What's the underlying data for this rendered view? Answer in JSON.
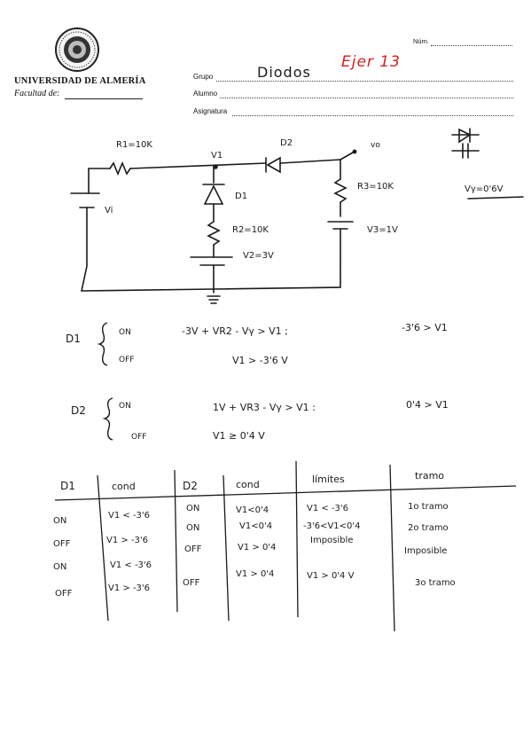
{
  "header": {
    "university": "UNIVERSIDAD DE ALMERÍA",
    "faculty_label": "Facultad de:",
    "seal_text": "IN LUMINE SAPIENTIA · UNIVERSITAS ALMERIENSIS",
    "num_label": "Núm.",
    "group_label": "Grupo",
    "student_label": "Alumno",
    "subject_label": "Asignatura",
    "group_value": "Diodos",
    "exercise": "Ejer 13"
  },
  "circuit": {
    "r1": "R1=10K",
    "v1_node": "V1",
    "d2": "D2",
    "vo": "vo",
    "d1": "D1",
    "vi": "Vi",
    "r2": "R2=10K",
    "v2": "V2=3V",
    "r3": "R3=10K",
    "v3": "V3=1V",
    "vgamma": "Vγ=0'6V"
  },
  "analysis": {
    "d1_label": "D1",
    "d1_on": "ON",
    "d1_on_expr": "-3V + VR2 - Vγ > V1 ;",
    "d1_on_result": "-3'6 > V1",
    "d1_off": "OFF",
    "d1_off_expr": "V1 > -3'6 V",
    "d2_label": "D2",
    "d2_on": "ON",
    "d2_on_expr": "1V + VR3 - Vγ > V1 :",
    "d2_on_result": "0'4 > V1",
    "d2_off": "OFF",
    "d2_off_expr": "V1 ≥ 0'4 V"
  },
  "table": {
    "headers": [
      "D1",
      "cond",
      "D2",
      "cond",
      "límites",
      "tramo"
    ],
    "rows": [
      [
        "ON",
        "V1 < -3'6",
        "ON",
        "V1<0'4",
        "V1 < -3'6",
        "1o tramo"
      ],
      [
        "OFF",
        "V1 > -3'6",
        "ON",
        "V1<0'4",
        "-3'6<V1<0'4",
        "2o tramo"
      ],
      [
        "ON",
        "V1 < -3'6",
        "OFF",
        "V1 > 0'4",
        "Imposible",
        "Imposible"
      ],
      [
        "OFF",
        "V1 > -3'6",
        "OFF",
        "V1 > 0'4",
        "V1 > 0'4 V",
        "3o tramo"
      ]
    ]
  },
  "colors": {
    "ink": "#1a1a1a",
    "red_ink": "#d81e1e",
    "print": "#222222"
  }
}
